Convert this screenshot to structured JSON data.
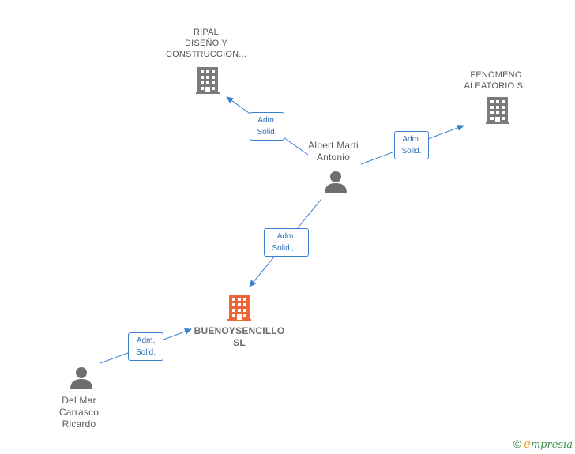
{
  "nodes": {
    "ripal": {
      "line1": "RIPAL",
      "line2": "DISEÑO Y",
      "line3": "CONSTRUCCION..."
    },
    "fenomeno": {
      "line1": "FENOMENO",
      "line2": "ALEATORIO  SL"
    },
    "albert": {
      "line1": "Albert Marti",
      "line2": "Antonio"
    },
    "bueno": {
      "line1": "BUENOYSENCILLO",
      "line2": "SL"
    },
    "delmar": {
      "line1": "Del Mar",
      "line2": "Carrasco",
      "line3": "Ricardo"
    }
  },
  "edges": {
    "albert_ripal": {
      "line1": "Adm.",
      "line2": "Solid."
    },
    "albert_fenomeno": {
      "line1": "Adm.",
      "line2": "Solid."
    },
    "albert_bueno": {
      "line1": "Adm.",
      "line2": "Solid.,..."
    },
    "delmar_bueno": {
      "line1": "Adm.",
      "line2": "Solid."
    }
  },
  "colors": {
    "edge": "#3a7fd0",
    "company": "#7a7a7a",
    "main_company": "#f0643a",
    "person": "#6e6e6e",
    "brand_green": "#3a8f4a",
    "brand_orange": "#e8a020"
  },
  "icons": {
    "company": "building-icon",
    "person": "person-icon",
    "copyright": "copyright-icon"
  },
  "footer": {
    "copyright_symbol": "©",
    "brand_initial": "e",
    "brand_rest": "mpresia"
  }
}
